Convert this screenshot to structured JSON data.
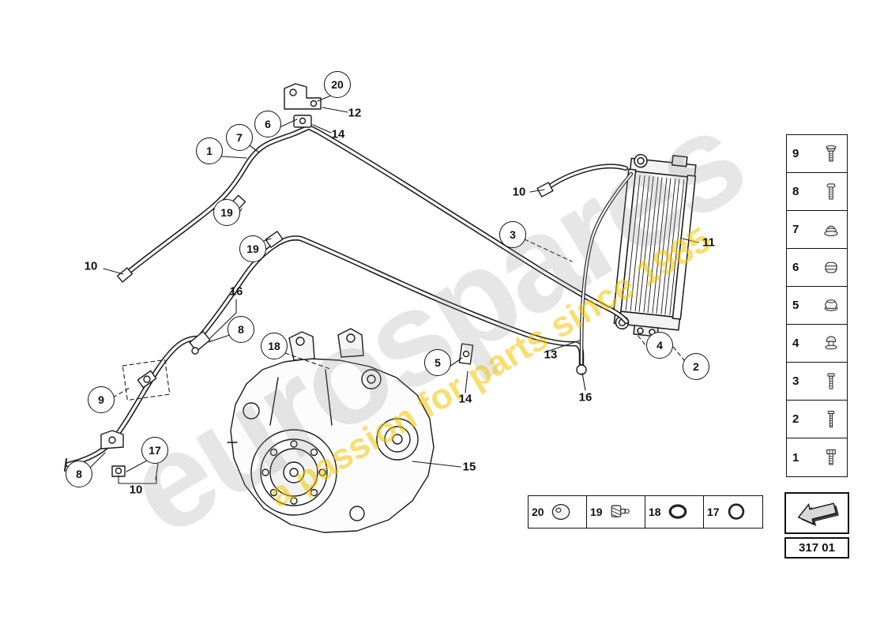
{
  "watermark": {
    "brand": "eurospares",
    "tagline": "a passion for parts since 1985"
  },
  "diagram": {
    "code": "317 01"
  },
  "callouts": [
    {
      "label": "20"
    },
    {
      "label": "1"
    },
    {
      "label": "7"
    },
    {
      "label": "6"
    },
    {
      "label": "19"
    },
    {
      "label": "19"
    },
    {
      "label": "3"
    },
    {
      "label": "8"
    },
    {
      "label": "18"
    },
    {
      "label": "9"
    },
    {
      "label": "5"
    },
    {
      "label": "4"
    },
    {
      "label": "2"
    },
    {
      "label": "17"
    },
    {
      "label": "8"
    }
  ],
  "labels": [
    {
      "label": "12"
    },
    {
      "label": "14"
    },
    {
      "label": "10"
    },
    {
      "label": "10"
    },
    {
      "label": "11"
    },
    {
      "label": "16"
    },
    {
      "label": "14"
    },
    {
      "label": "13"
    },
    {
      "label": "16"
    },
    {
      "label": "15"
    },
    {
      "label": "10"
    }
  ],
  "sidebar": {
    "items": [
      {
        "label": "9",
        "icon": "flange-bolt-icon"
      },
      {
        "label": "8",
        "icon": "pan-head-screw-icon"
      },
      {
        "label": "7",
        "icon": "grommet-icon"
      },
      {
        "label": "6",
        "icon": "bushing-icon"
      },
      {
        "label": "5",
        "icon": "flange-nut-icon"
      },
      {
        "label": "4",
        "icon": "rubber-plug-icon"
      },
      {
        "label": "3",
        "icon": "screw-icon"
      },
      {
        "label": "2",
        "icon": "stud-bolt-icon"
      },
      {
        "label": "1",
        "icon": "hex-bolt-icon"
      }
    ]
  },
  "legend_strip": {
    "items": [
      {
        "label": "20",
        "icon": "washer-icon"
      },
      {
        "label": "19",
        "icon": "breather-fitting-icon"
      },
      {
        "label": "18",
        "icon": "o-ring-icon"
      },
      {
        "label": "17",
        "icon": "sealing-ring-icon"
      }
    ]
  }
}
